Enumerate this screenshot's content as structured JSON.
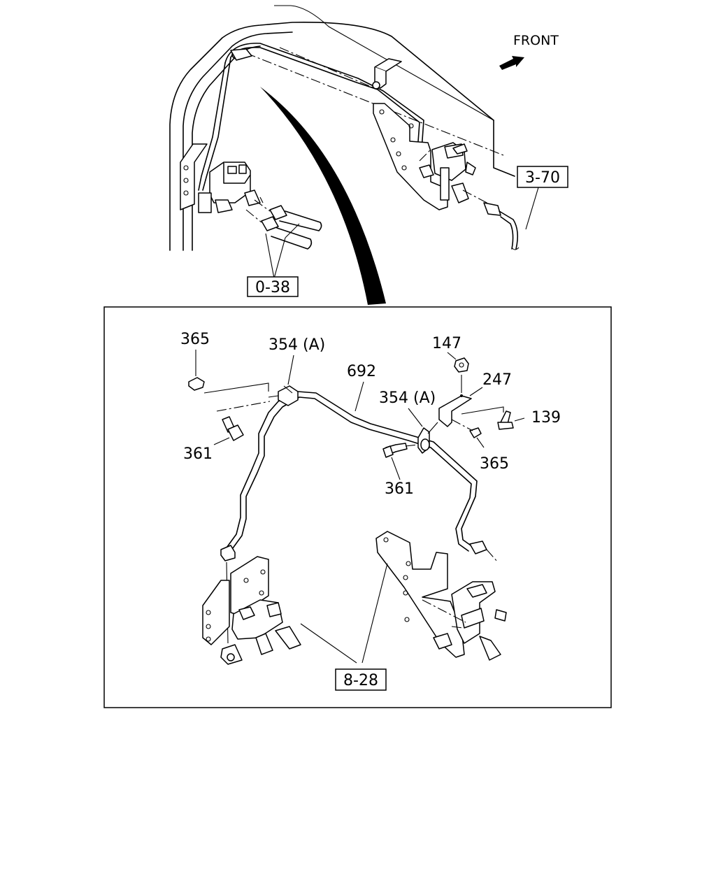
{
  "front_label": "FRONT",
  "icons": {
    "front_arrow": "arrow-icon"
  },
  "references": {
    "top_right": "3-70",
    "top_left": "0-38",
    "detail_bottom": "8-28"
  },
  "callouts": {
    "nut_left": "365",
    "clip_left": "354 (A)",
    "pipe": "692",
    "nut_top": "147",
    "bracket": "247",
    "clip_right": "354 (A)",
    "bolt_right_side": "139",
    "bolt_left": "361",
    "nut_right": "365",
    "bolt_center": "361"
  }
}
